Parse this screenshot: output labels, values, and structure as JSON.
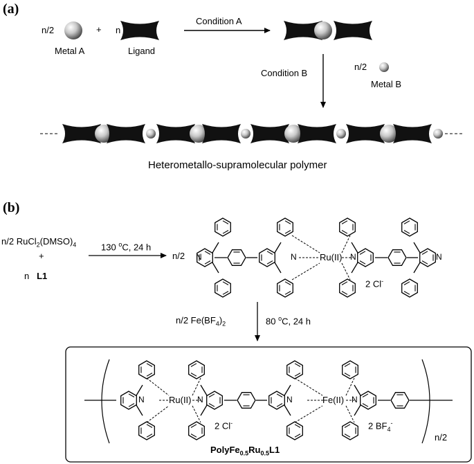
{
  "panel_a": {
    "label": "(a)",
    "coef_metal": "n/2",
    "plus": "+",
    "coef_ligand": "n",
    "metal_a_label": "Metal A",
    "ligand_label": "Ligand",
    "condition_a": "Condition A",
    "condition_b": "Condition B",
    "metal_b_coef": "n/2",
    "metal_b_label": "Metal B",
    "polymer_caption": "Heterometallo-supramolecular polymer"
  },
  "panel_b": {
    "label": "(b)",
    "reagent1": {
      "coef": "n/2",
      "name": "RuCl",
      "sub1": "2",
      "mid": "(DMSO)",
      "sub2": "4"
    },
    "plus": "+",
    "reagent2": {
      "coef": "n",
      "name": "L1"
    },
    "cond1": {
      "text": "130 ",
      "sup": "o",
      "rest": "C, 24 h"
    },
    "product_coef": "n/2",
    "ru_label": "Ru(II)",
    "fe_label": "Fe(II)",
    "n_atom": "N",
    "chloride": {
      "text": "2 Cl",
      "sup": "-"
    },
    "cond2_left": {
      "text": "n/2  Fe(BF",
      "sub": "4",
      "rest": ")",
      "sub2": "2"
    },
    "cond2_right": {
      "text": "80 ",
      "sup": "o",
      "rest": "C, 24 h"
    },
    "tetrafluoroborate": {
      "text": "2 BF",
      "sub": "4",
      "sup": "-"
    },
    "repeat_index": "n/2",
    "polymer_name": {
      "a": "PolyFe",
      "b": "0.5",
      "c": "Ru",
      "d": "0.5",
      "e": "L1"
    }
  }
}
